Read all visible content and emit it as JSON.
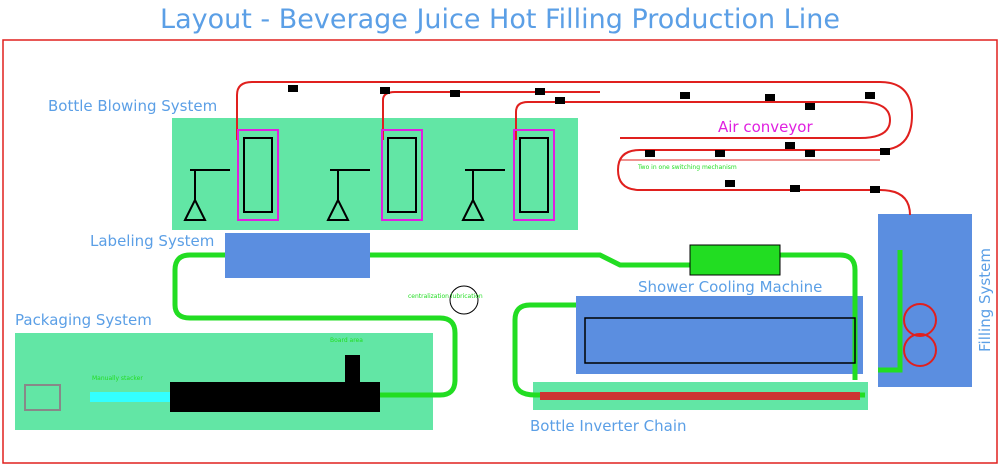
{
  "title": "Layout - Beverage Juice Hot Filling Production Line",
  "colors": {
    "title": "#5b9fe6",
    "label": "#5b9fe6",
    "zone_green": "#62e6a5",
    "zone_blue": "#5b8ee0",
    "border": "#e0201e",
    "conveyor": "#e0201e",
    "air_label": "#e020e0",
    "note": "#22dd22"
  },
  "sections": {
    "blowing": "Bottle Blowing System",
    "labeling": "Labeling System",
    "packaging": "Packaging System",
    "shower": "Shower Cooling Machine",
    "inverter": "Bottle Inverter Chain",
    "filling": "Filling System",
    "air": "Air conveyor"
  },
  "notes": {
    "switching": "Two in one switching mechanism",
    "lubrication": "centralization lubrication",
    "stacker": "Manually stacker",
    "board": "Board area"
  }
}
